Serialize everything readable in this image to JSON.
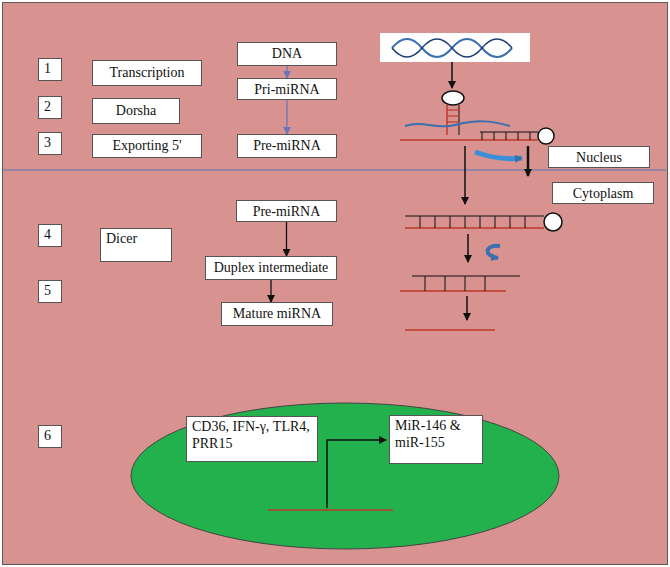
{
  "diagram": {
    "nodes": [
      {
        "text": [
          "1"
        ]
      },
      {
        "text": [
          "Transcription"
        ]
      },
      {
        "text": [
          "DNA"
        ]
      },
      {
        "text": [
          "2"
        ]
      },
      {
        "text": [
          "Dorsha"
        ]
      },
      {
        "text": [
          "Pri-miRNA"
        ]
      },
      {
        "text": [
          "3"
        ]
      },
      {
        "text": [
          "Exporting 5'"
        ]
      },
      {
        "text": [
          "Pre-miRNA"
        ]
      },
      {
        "text": [
          "Nucleus"
        ]
      },
      {
        "text": [
          "Cytoplasm"
        ]
      },
      {
        "text": [
          "Pre-miRNA"
        ]
      },
      {
        "text": [
          "4"
        ]
      },
      {
        "text": [
          "Dicer"
        ]
      },
      {
        "text": [
          "Duplex intermediate"
        ]
      },
      {
        "text": [
          "5"
        ]
      },
      {
        "text": [
          "Mature miRNA"
        ]
      },
      {
        "text": [
          "6"
        ]
      },
      {
        "text": [
          "CD36, IFN-γ, TLR4, PRR15"
        ]
      },
      {
        "text": [
          "MiR-146 & miR-155"
        ]
      }
    ],
    "edges": [
      {
        "from": 2,
        "to": 5,
        "arrow": "to"
      },
      {
        "from": 5,
        "to": 8,
        "arrow": "to"
      },
      {
        "from": 11,
        "to": 14,
        "arrow": "to"
      },
      {
        "from": 14,
        "to": 16,
        "arrow": "to"
      }
    ]
  }
}
